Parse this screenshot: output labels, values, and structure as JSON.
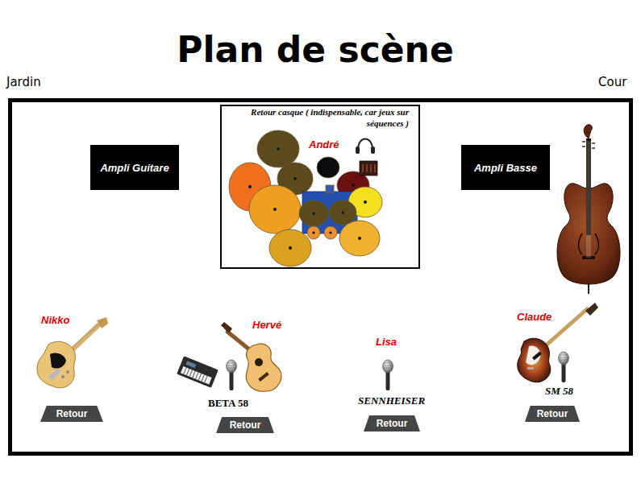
{
  "diagram": {
    "title": "Plan de scène",
    "nodes": [
      {
        "text": [
          "Ampli Guitare"
        ]
      },
      {
        "text": [
          "Retour casque ( indispensable, car jeux sur séquences )",
          "André"
        ]
      },
      {
        "text": [
          "Ampli Basse"
        ]
      },
      {
        "text": [
          "Retour"
        ]
      },
      {
        "text": [
          "Retour"
        ]
      },
      {
        "text": [
          "Retour"
        ]
      },
      {
        "text": [
          "Retour"
        ]
      }
    ],
    "labels": [
      "Jardin",
      "Cour",
      "Nikko",
      "Hervé",
      "BETA 58",
      "Lisa",
      "SENNHEISER",
      "Claude",
      "SM 58"
    ]
  }
}
